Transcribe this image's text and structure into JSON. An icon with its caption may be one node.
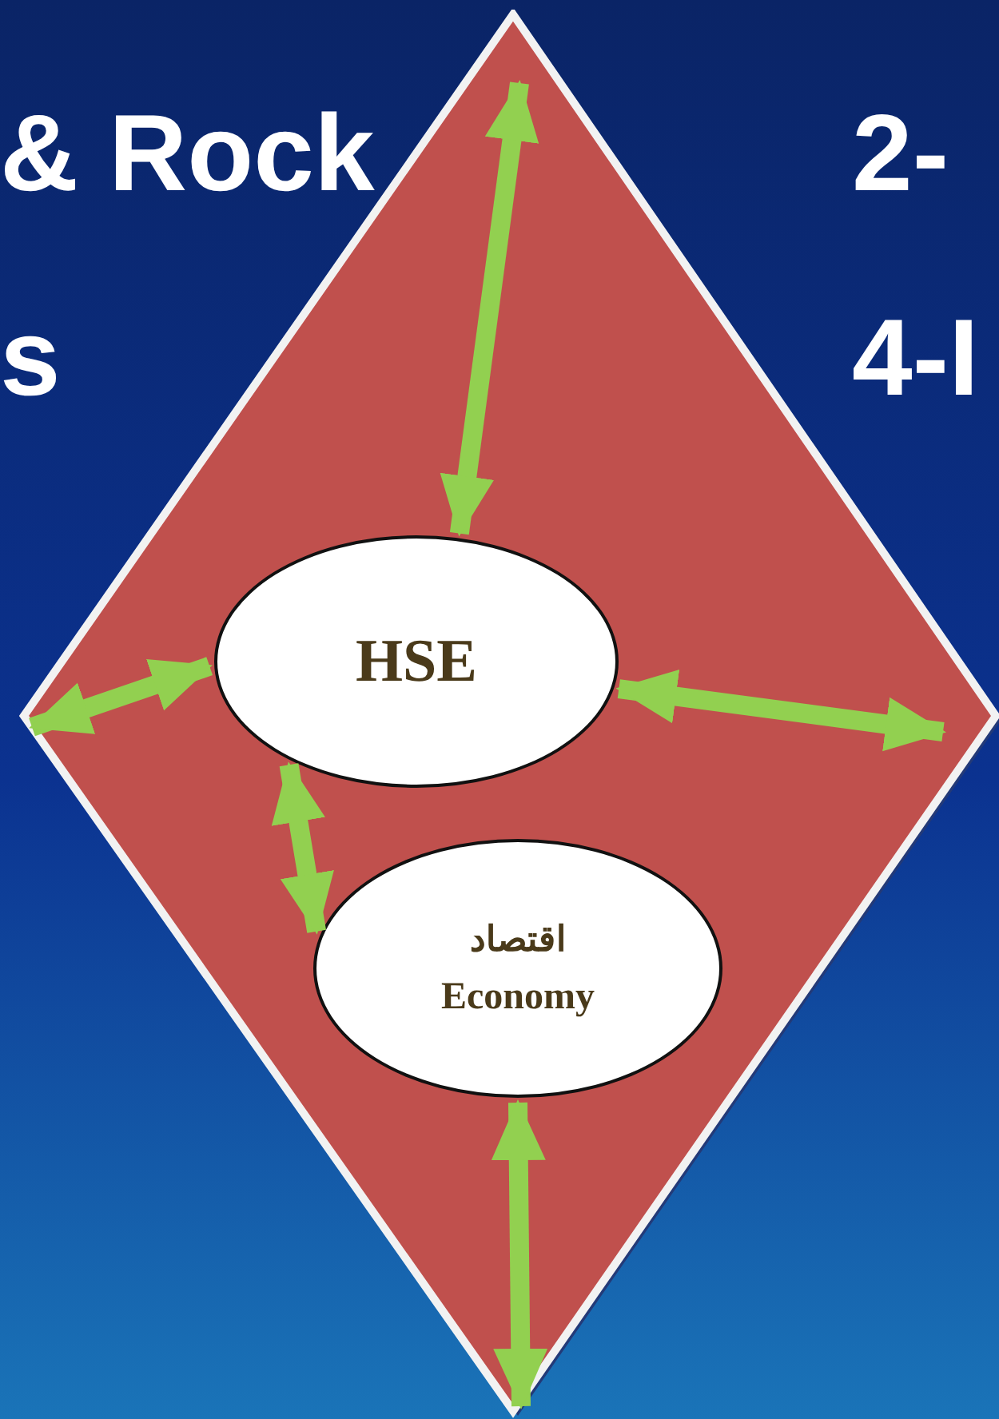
{
  "diagram": {
    "nodes": [
      {
        "text": [],
        "shape": "diamond"
      },
      {
        "text": [
          "HSE"
        ],
        "in": 0
      },
      {
        "text": [
          "اقتصاد",
          "Economy"
        ],
        "in": 0
      }
    ],
    "edges": [
      {
        "from": null,
        "to": 1,
        "arrow": "both"
      },
      {
        "from": null,
        "to": 1,
        "arrow": "both"
      },
      {
        "from": 1,
        "to": null,
        "arrow": "both"
      },
      {
        "from": 1,
        "to": 2,
        "arrow": "both"
      },
      {
        "from": 2,
        "to": null,
        "arrow": "both"
      }
    ],
    "labels": [
      "& Rock",
      "s",
      "2-",
      "4-I"
    ]
  }
}
